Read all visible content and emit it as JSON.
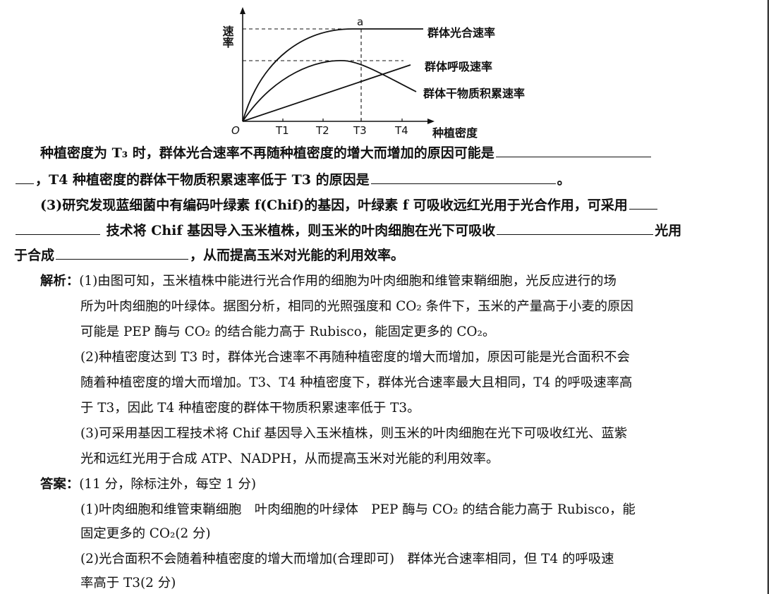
{
  "figure": {
    "y_axis_label": "速率",
    "x_axis_label": "种植密度",
    "origin": "O",
    "point_label": "a",
    "ticks": [
      "T1",
      "T2",
      "T3",
      "T4"
    ],
    "series": [
      {
        "name": "群体光合速率"
      },
      {
        "name": "群体呼吸速率"
      },
      {
        "name": "群体干物质积累速率"
      }
    ]
  },
  "q2_line1": "种植密度为 T₃ 时，群体光合速率不再随种植密度的增大而增加的原因可能是",
  "q2_line2a": "，T4 种植密度的群体干物质积累速率低于 T3 的原因是",
  "q2_line2b": "。",
  "q3_line1": "(3)研究发现蓝细菌中有编码叶绿素 f(Chif)的基因，叶绿素 f 可吸收远红光用于光合作用，可采用",
  "q3_line2a": "技术将 Chif 基因导入玉米植株，则玉米的叶肉细胞在光下可吸收",
  "q3_line2b": "光用",
  "q3_line3a": "于合成",
  "q3_line3b": "，从而提高玉米对光能的利用效率。",
  "analysis": {
    "label": "解析：",
    "lines": [
      "(1)由图可知，玉米植株中能进行光合作用的细胞为叶肉细胞和维管束鞘细胞，光反应进行的场",
      "所为叶肉细胞的叶绿体。据图分析，相同的光照强度和 CO₂ 条件下，玉米的产量高于小麦的原因",
      "可能是 PEP 酶与 CO₂ 的结合能力高于 Rubisco，能固定更多的 CO₂。",
      "(2)种植密度达到 T3 时，群体光合速率不再随种植密度的增大而增加，原因可能是光合面积不会",
      "随着种植密度的增大而增加。T3、T4 种植密度下，群体光合速率最大且相同，T4 的呼吸速率高",
      "于 T3，因此 T4 种植密度的群体干物质积累速率低于 T3。",
      "(3)可采用基因工程技术将 Chif 基因导入玉米植株，则玉米的叶肉细胞在光下可吸收红光、蓝紫",
      "光和远红光用于合成 ATP、NADPH，从而提高玉米对光能的利用效率。"
    ]
  },
  "answer": {
    "label": "答案：",
    "note": "(11 分，除标注外，每空 1 分)",
    "lines": [
      "(1)叶肉细胞和维管束鞘细胞　叶肉细胞的叶绿体　PEP 酶与 CO₂ 的结合能力高于 Rubisco，能",
      "固定更多的 CO₂(2 分)",
      "(2)光合面积不会随着种植密度的增大而增加(合理即可)　群体光合速率相同，但 T4 的呼吸速",
      "率高于 T3(2 分)"
    ]
  }
}
